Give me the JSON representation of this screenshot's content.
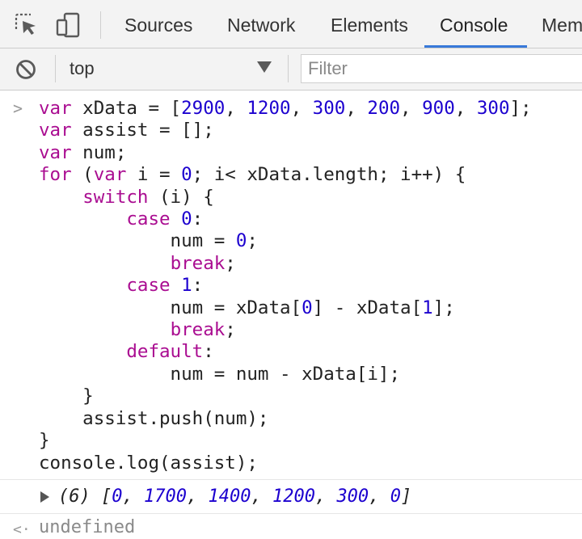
{
  "tabs": [
    {
      "label": "Sources",
      "active": false
    },
    {
      "label": "Network",
      "active": false
    },
    {
      "label": "Elements",
      "active": false
    },
    {
      "label": "Console",
      "active": true
    },
    {
      "label": "Mem",
      "active": false
    }
  ],
  "toolbar": {
    "context": "top",
    "filter_placeholder": "Filter"
  },
  "console": {
    "prompt": ">",
    "code_lines": [
      "var xData = [2900, 1200, 300, 200, 900, 300];",
      "var assist = [];",
      "var num;",
      "for (var i = 0; i< xData.length; i++) {",
      "    switch (i) {",
      "        case 0:",
      "            num = 0;",
      "            break;",
      "        case 1:",
      "            num = xData[0] - xData[1];",
      "            break;",
      "        default:",
      "            num = num - xData[i];",
      "    }",
      "    assist.push(num);",
      "}",
      "console.log(assist);"
    ],
    "result": "(6) [0, 1700, 1400, 1200, 300, 0]",
    "return_arrow": "<·",
    "return_value": "undefined"
  },
  "colors": {
    "keyword": "#aa0d91",
    "number": "#1c00cf",
    "accent": "#3879d9"
  },
  "icons": [
    "inspect-element-icon",
    "device-toolbar-icon",
    "clear-console-icon",
    "dropdown-arrow-icon",
    "expand-triangle-icon"
  ]
}
